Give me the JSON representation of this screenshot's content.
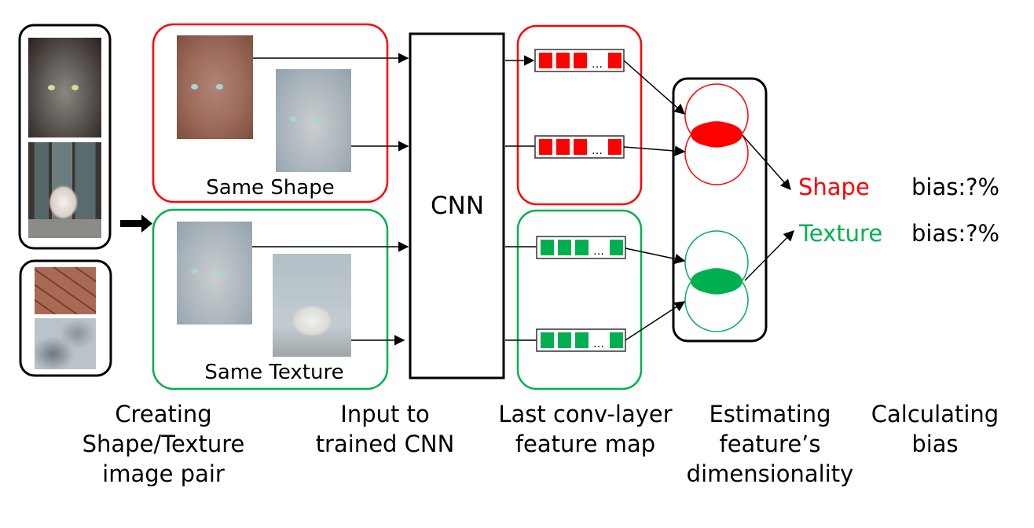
{
  "diagram": {
    "title": "Shape/Texture bias estimation pipeline",
    "colors": {
      "shape": "#ff0000",
      "texture": "#00b050",
      "outline": "#000000",
      "background": "#ffffff"
    },
    "source_images": {
      "content": [
        "cat photo",
        "dog behind window bars photo"
      ],
      "textures": [
        "cracked clay texture",
        "marble texture"
      ]
    },
    "same_shape_group": {
      "label": "Same Shape",
      "images": [
        "cat with cracked-clay texture",
        "cat with marble texture"
      ]
    },
    "same_texture_group": {
      "label": "Same Texture",
      "images": [
        "cat with marble texture",
        "dog with marble texture"
      ]
    },
    "cnn_label": "CNN",
    "feature_vector_ellipsis": "…",
    "outputs": [
      {
        "name": "Shape",
        "suffix": "bias:?%",
        "color": "#ff0000"
      },
      {
        "name": "Texture",
        "suffix": "bias:?%",
        "color": "#00b050"
      }
    ],
    "stage_captions": [
      [
        "Creating",
        "Shape/Texture",
        "image pair"
      ],
      [
        "Input to",
        "trained CNN"
      ],
      [
        "Last conv-layer",
        "feature map"
      ],
      [
        "Estimating",
        "feature’s",
        "dimensionality"
      ],
      [
        "Calculating",
        "bias"
      ]
    ]
  }
}
